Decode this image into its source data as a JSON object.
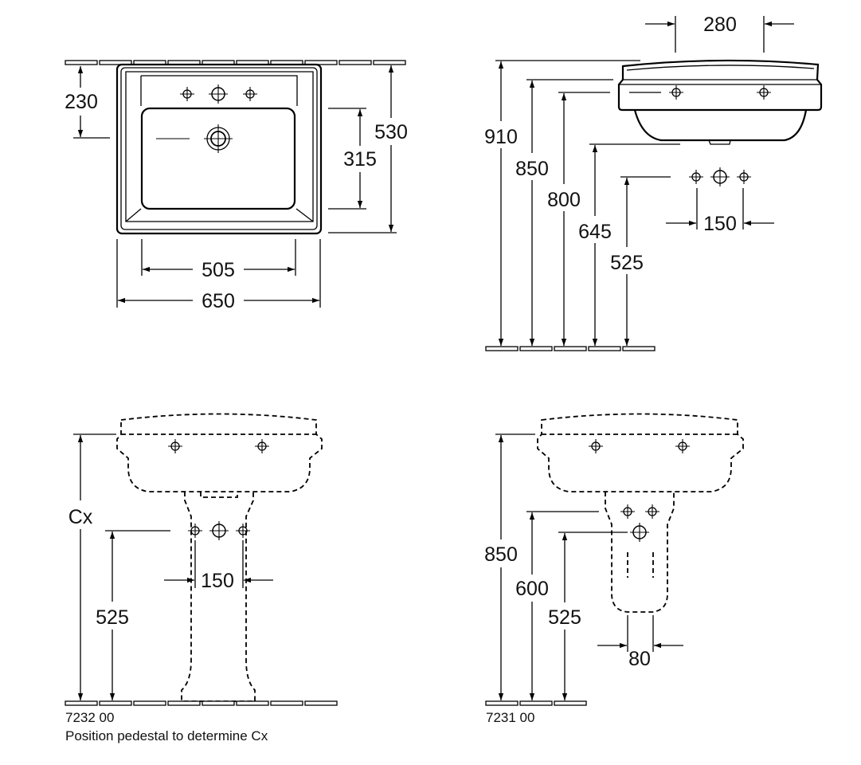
{
  "dimensions": {
    "top_view": {
      "overall_depth": "530",
      "tap_offset": "230",
      "bowl_depth": "315",
      "bowl_width": "505",
      "overall_width": "650"
    },
    "side_view": {
      "top_depth": "280",
      "height_910": "910",
      "height_850": "850",
      "height_800": "800",
      "height_645": "645",
      "height_525": "525",
      "connection_spacing": "150"
    },
    "pedestal_view": {
      "height_cx": "Cx",
      "height_525": "525",
      "connection_spacing": "150",
      "article_number": "7232 00",
      "note": "Position pedestal to determine Cx"
    },
    "semi_pedestal_view": {
      "height_850": "850",
      "height_600": "600",
      "height_525": "525",
      "pipe_spacing": "80",
      "article_number": "7231 00"
    }
  }
}
